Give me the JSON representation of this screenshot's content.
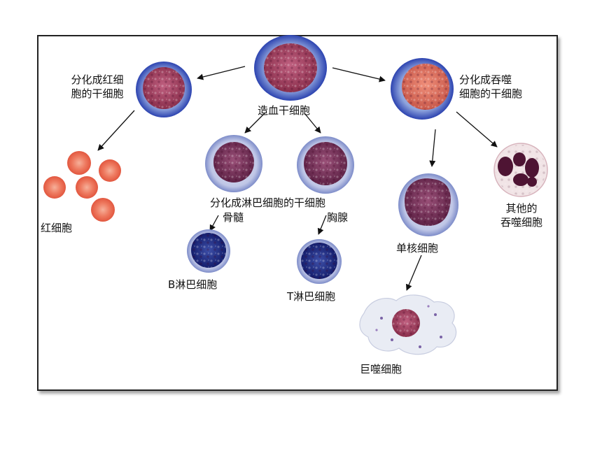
{
  "labels": {
    "stem": "造血干细胞",
    "erythroid_stem": [
      "分化成红细",
      "胞的干细胞"
    ],
    "phagocyte_stem": [
      "分化成吞噬",
      "细胞的干细胞"
    ],
    "red_cells": "红细胞",
    "lymph_stem": "分化成淋巴细胞的干细胞",
    "bone_marrow": "骨髓",
    "thymus": "胸腺",
    "b_cell": "B淋巴细胞",
    "t_cell": "T淋巴细胞",
    "monocyte": "单核细胞",
    "other_phagocytes": [
      "其他的",
      "吞噬细胞"
    ],
    "macrophage": "巨噬细胞"
  }
}
